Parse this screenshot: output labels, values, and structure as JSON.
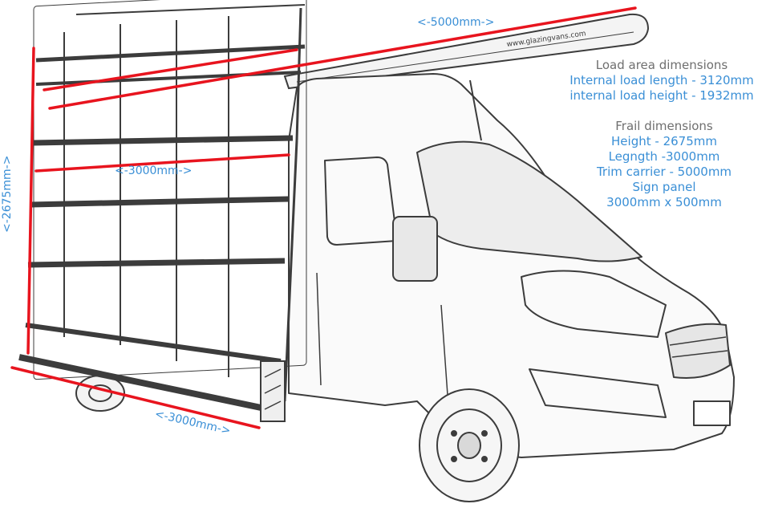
{
  "colors": {
    "measure_line": "#e8141e",
    "label_blue": "#3a8fd6",
    "heading_grey": "#6f6f6f",
    "sketch_stroke": "#3c3c3c"
  },
  "load_area": {
    "heading": "Load area dimensions",
    "lines": [
      "Internal load length - 3120mm",
      "internal load height - 1932mm"
    ]
  },
  "frail": {
    "heading": "Frail dimensions",
    "lines": [
      "Height - 2675mm",
      "Legngth -3000mm",
      "Trim carrier - 5000mm",
      "Sign panel",
      "3000mm x 500mm"
    ]
  },
  "dimension_labels": {
    "trim_carrier": "<-5000mm->",
    "frame_length": "<-3000mm->",
    "base_length": "<-3000mm->",
    "frame_height": "<-2675mm->"
  },
  "carrier_text": "www.glazingvans.com"
}
